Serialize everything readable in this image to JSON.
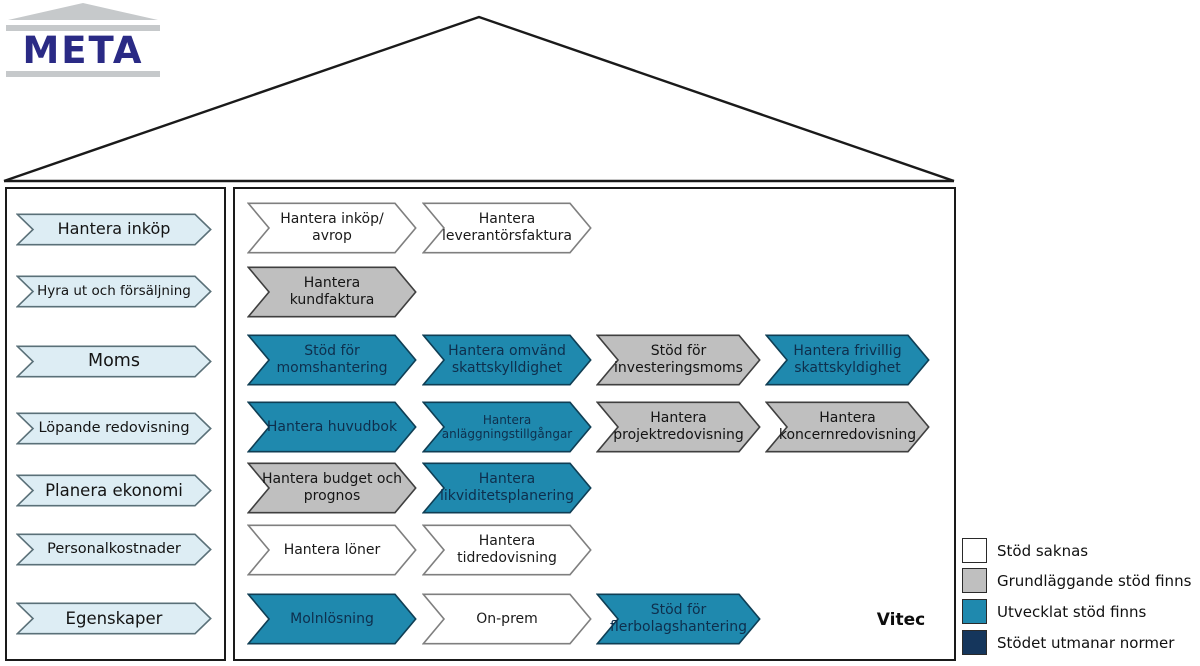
{
  "logo": {
    "text": "META"
  },
  "sidebar": {
    "items": [
      {
        "label": "Hantera inköp"
      },
      {
        "label": "Hyra ut och försäljning"
      },
      {
        "label": "Moms"
      },
      {
        "label": "Löpande redovisning"
      },
      {
        "label": "Planera ekonomi"
      },
      {
        "label": "Personalkostnader"
      },
      {
        "label": "Egenskaper"
      }
    ]
  },
  "main": {
    "brand": "Vitec",
    "rows": [
      {
        "items": [
          {
            "col": 0,
            "status": "none",
            "label": "Hantera inköp/\navrop"
          },
          {
            "col": 1,
            "status": "none",
            "label": "Hantera\nleverantörsfaktura"
          }
        ]
      },
      {
        "items": [
          {
            "col": 0,
            "status": "basic",
            "label": "Hantera\nkundfaktura"
          }
        ]
      },
      {
        "items": [
          {
            "col": 0,
            "status": "developed",
            "label": "Stöd för\nmomshantering"
          },
          {
            "col": 1,
            "status": "developed",
            "label": "Hantera omvänd\nskattskylldighet"
          },
          {
            "col": 2,
            "status": "basic",
            "label": "Stöd för\ninvesteringsmoms"
          },
          {
            "col": 3,
            "status": "developed",
            "label": "Hantera frivillig\nskattskyldighet"
          }
        ]
      },
      {
        "items": [
          {
            "col": 0,
            "status": "developed",
            "label": "Hantera huvudbok"
          },
          {
            "col": 1,
            "status": "developed",
            "label": "Hantera\nanläggningstillgångar"
          },
          {
            "col": 2,
            "status": "basic",
            "label": "Hantera\nprojektredovisning"
          },
          {
            "col": 3,
            "status": "basic",
            "label": "Hantera\nkoncernredovisning"
          }
        ]
      },
      {
        "items": [
          {
            "col": 0,
            "status": "basic",
            "label": "Hantera budget och\nprognos"
          },
          {
            "col": 1,
            "status": "developed",
            "label": "Hantera\nlikviditetsplanering"
          }
        ]
      },
      {
        "items": [
          {
            "col": 0,
            "status": "none",
            "label": "Hantera löner"
          },
          {
            "col": 1,
            "status": "none",
            "label": "Hantera\ntidredovisning"
          }
        ]
      },
      {
        "items": [
          {
            "col": 0,
            "status": "developed",
            "label": "Molnlösning"
          },
          {
            "col": 1,
            "status": "none",
            "label": "On-prem"
          },
          {
            "col": 2,
            "status": "developed",
            "label": "Stöd för\nflerbolagshantering"
          }
        ]
      }
    ]
  },
  "legend": {
    "items": [
      {
        "status": "none",
        "label": "Stöd saknas"
      },
      {
        "status": "basic",
        "label": "Grundläggande stöd finns"
      },
      {
        "status": "developed",
        "label": "Utvecklat stöd finns"
      },
      {
        "status": "norm",
        "label": "Stödet utmanar normer"
      }
    ]
  },
  "colors": {
    "none": {
      "fill": "#ffffff",
      "stroke": "#7f7f7f",
      "text": "#1a1a1a"
    },
    "basic": {
      "fill": "#bfbfbf",
      "stroke": "#3f3f3f",
      "text": "#141414"
    },
    "developed": {
      "fill": "#1f89ae",
      "stroke": "#0f3e54",
      "text": "#0e2f4d"
    },
    "norm": {
      "fill": "#15365c",
      "stroke": "#10263f",
      "text": "#ffffff"
    },
    "sidebar": {
      "fill": "#ddedf4",
      "stroke": "#5a7078",
      "text": "#141414"
    }
  }
}
